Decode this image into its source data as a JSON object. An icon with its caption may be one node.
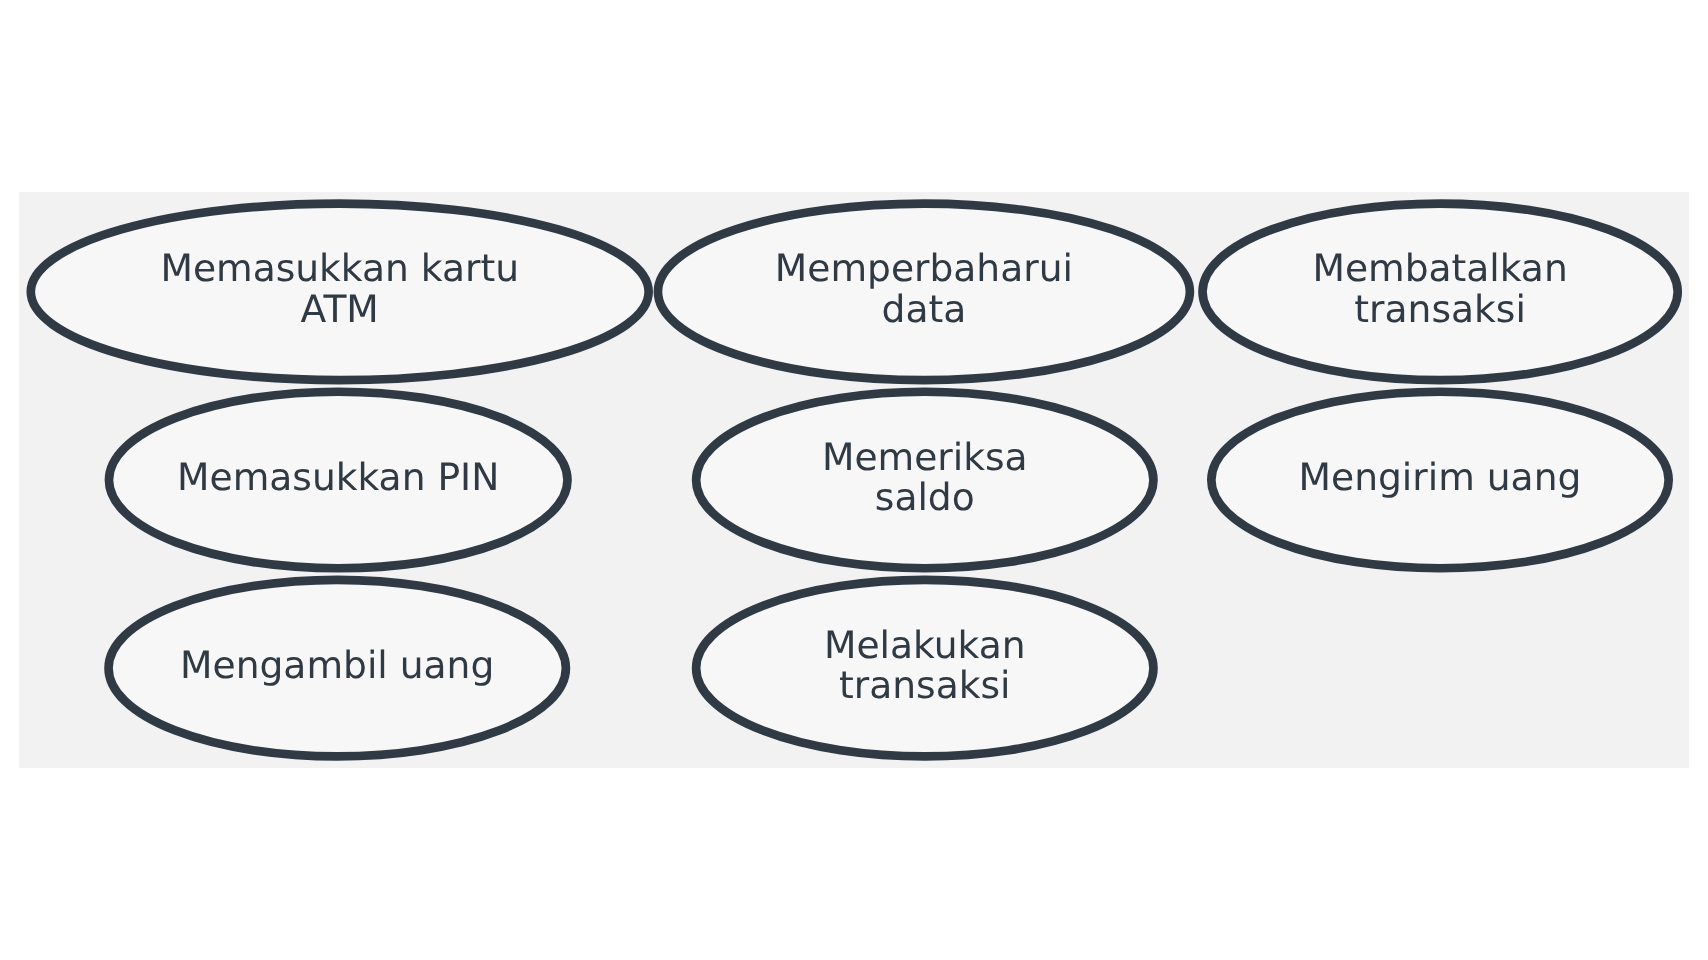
{
  "diagram": {
    "nodes": [
      {
        "text": [
          "Memasukkan kartu ATM"
        ]
      },
      {
        "text": [
          "Memasukkan PIN"
        ]
      },
      {
        "text": [
          "Memeriksa saldo"
        ]
      },
      {
        "text": [
          "Mengirim uang"
        ]
      },
      {
        "text": [
          "Mengambil uang"
        ]
      },
      {
        "text": [
          "Melakukan transaksi"
        ]
      },
      {
        "text": [
          "Memperbaharui data"
        ]
      },
      {
        "text": [
          "Membatalkan transaksi"
        ]
      }
    ]
  }
}
